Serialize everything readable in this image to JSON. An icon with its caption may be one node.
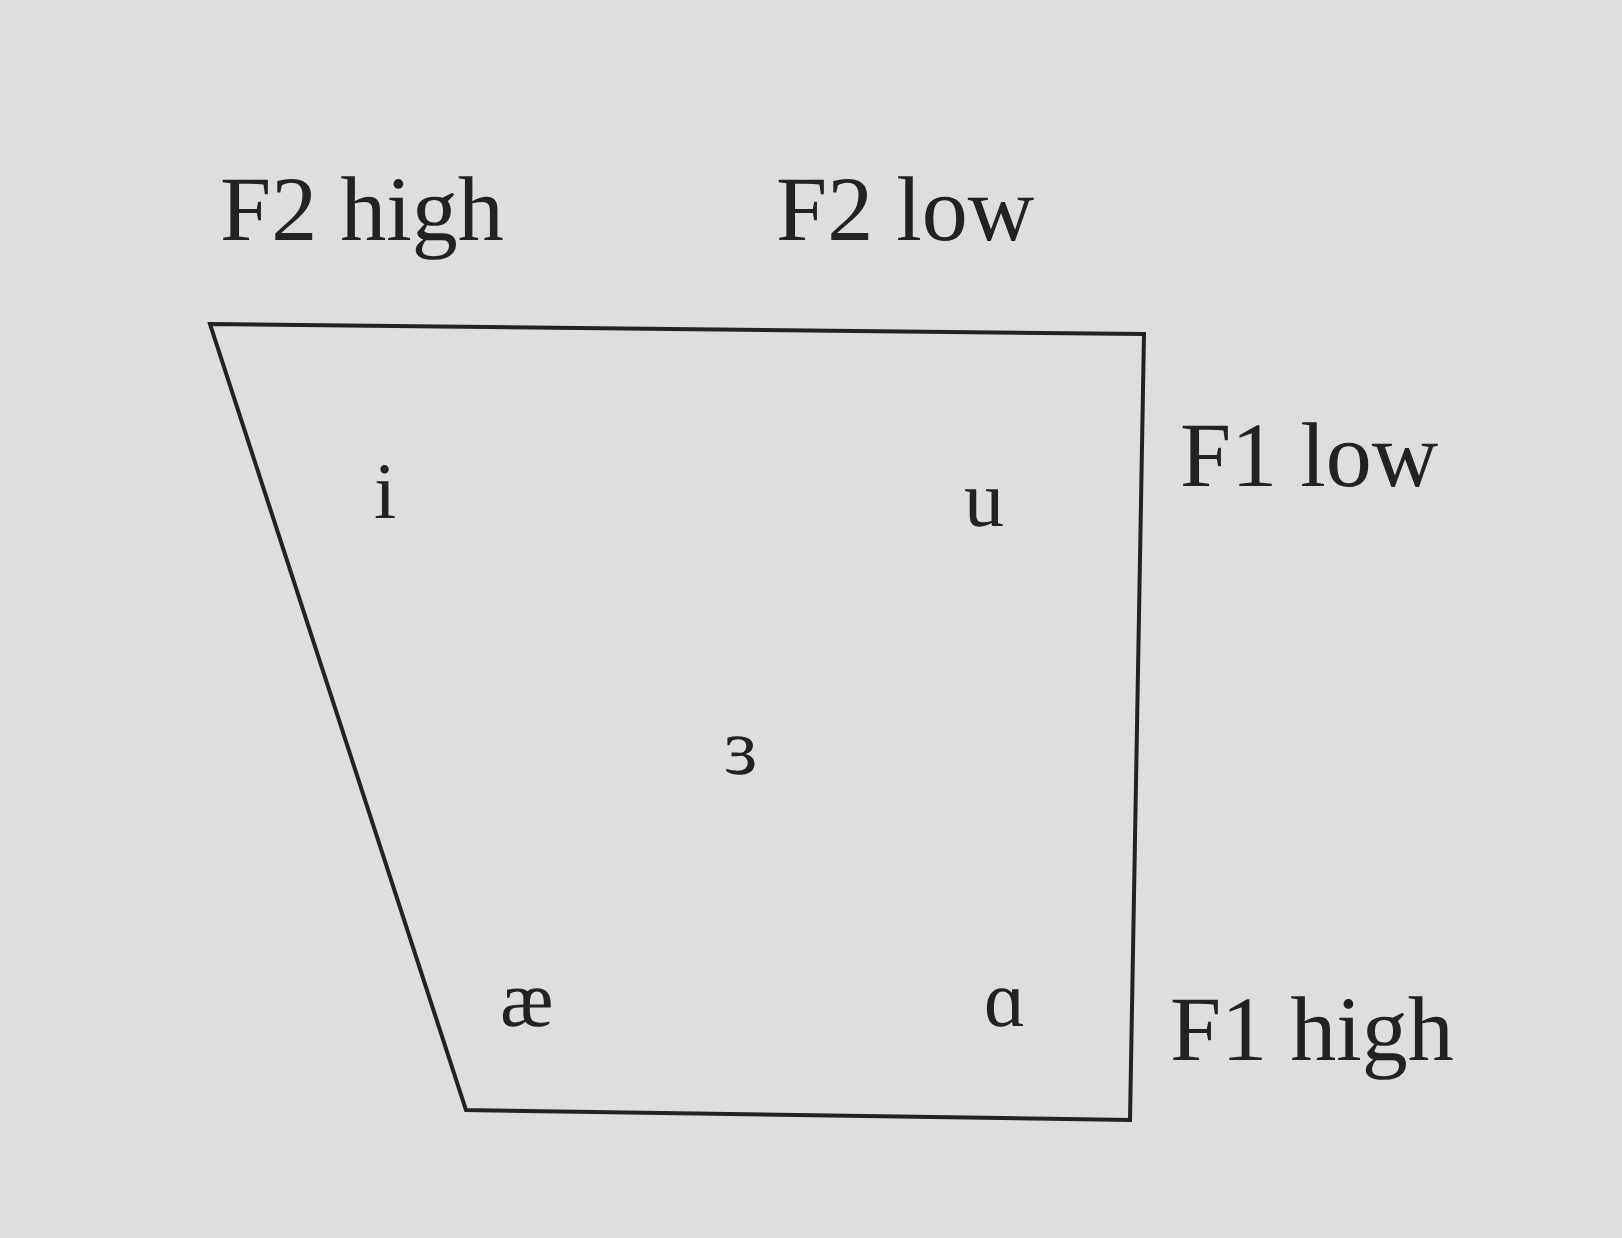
{
  "diagram": {
    "nodes": [
      {
        "text": [
          "i",
          "u",
          "ɜ",
          "æ",
          "ɑ"
        ]
      }
    ],
    "edges": [],
    "labels": [
      "F2 high",
      "F2 low",
      "F1 low",
      "F1 high"
    ]
  }
}
